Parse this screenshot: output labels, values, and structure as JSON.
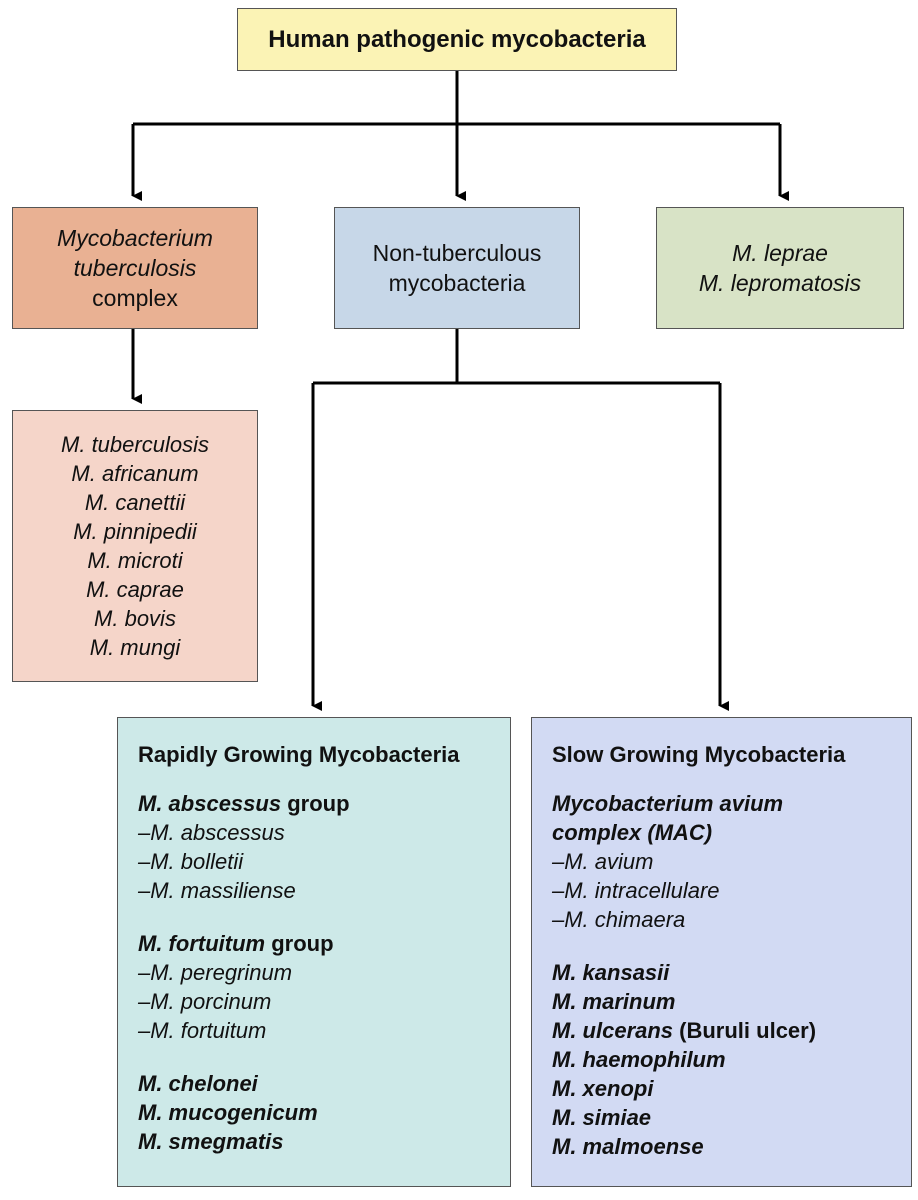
{
  "root": {
    "title": "Human pathogenic mycobacteria"
  },
  "mtc": {
    "line1": "Mycobacterium",
    "line2": "tuberculosis",
    "line3": "complex"
  },
  "ntm": {
    "line1": "Non-tuberculous",
    "line2": "mycobacteria"
  },
  "leprae": {
    "line1": "M. leprae",
    "line2": "M. lepromatosis"
  },
  "mtc_species": [
    "M. tuberculosis",
    "M. africanum",
    "M. canettii",
    "M. pinnipedii",
    "M. microti",
    "M. caprae",
    "M. bovis",
    "M. mungi"
  ],
  "rapid": {
    "heading": "Rapidly Growing Mycobacteria",
    "abscessus": {
      "name": "M. abscessus",
      "suffix": " group",
      "members": [
        "–M. abscessus",
        "–M. bolletii",
        "–M. massiliense"
      ]
    },
    "fortuitum": {
      "name": "M. fortuitum",
      "suffix": " group",
      "members": [
        "–M. peregrinum",
        "–M. porcinum",
        "–M. fortuitum"
      ]
    },
    "others": [
      "M. chelonei",
      "M. mucogenicum",
      "M. smegmatis"
    ]
  },
  "slow": {
    "heading": "Slow Growing Mycobacteria",
    "mac": {
      "line1": "Mycobacterium avium",
      "line2": "complex (MAC)",
      "members": [
        "–M. avium",
        "–M. intracellulare",
        "–M. chimaera"
      ]
    },
    "others": [
      "M. kansasii",
      "M. marinum"
    ],
    "ulcerans": {
      "name": "M. ulcerans",
      "note": " (Buruli ulcer)"
    },
    "others2": [
      "M. haemophilum",
      "M. xenopi",
      "M. simiae",
      "M. malmoense"
    ]
  },
  "colors": {
    "root": "#fbf3b5",
    "mtc": "#e9b193",
    "ntm": "#c7d7e8",
    "leprae": "#d8e3c6",
    "species": "#f5d5c9",
    "rapid": "#cde9e8",
    "slow": "#d2daf3"
  }
}
